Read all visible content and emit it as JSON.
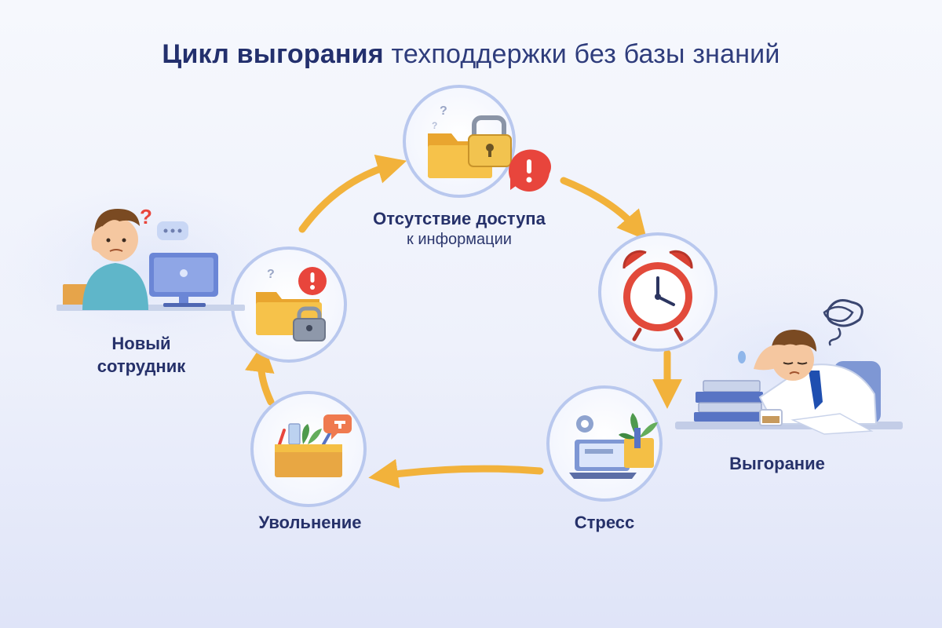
{
  "title": {
    "bold": "Цикл выгорания",
    "rest": "техподдержки без базы знаний"
  },
  "stages": {
    "no_access": {
      "line1": "Отсутствие доступа",
      "line2": "к информации"
    },
    "burnout": {
      "label": "Выгорание"
    },
    "stress": {
      "label": "Стресс"
    },
    "dismissal": {
      "label": "Увольнение"
    },
    "new_employee": {
      "line1": "Новый",
      "line2": "сотрудник"
    }
  },
  "colors": {
    "arrow": "#f2b23b",
    "circle_border": "#b9c8ee",
    "title": "#23306d",
    "folder": "#f4bf45",
    "alert": "#e8453c",
    "lock": "#8a94a6"
  },
  "icons": {
    "top_circle": "folder-lock-alert-icon",
    "left_circle": "folder-lock-alert-icon",
    "right_circle": "alarm-clock-icon",
    "bottom_right_circle": "laptop-plant-icon",
    "bottom_left_circle": "box-with-belongings-icon"
  }
}
